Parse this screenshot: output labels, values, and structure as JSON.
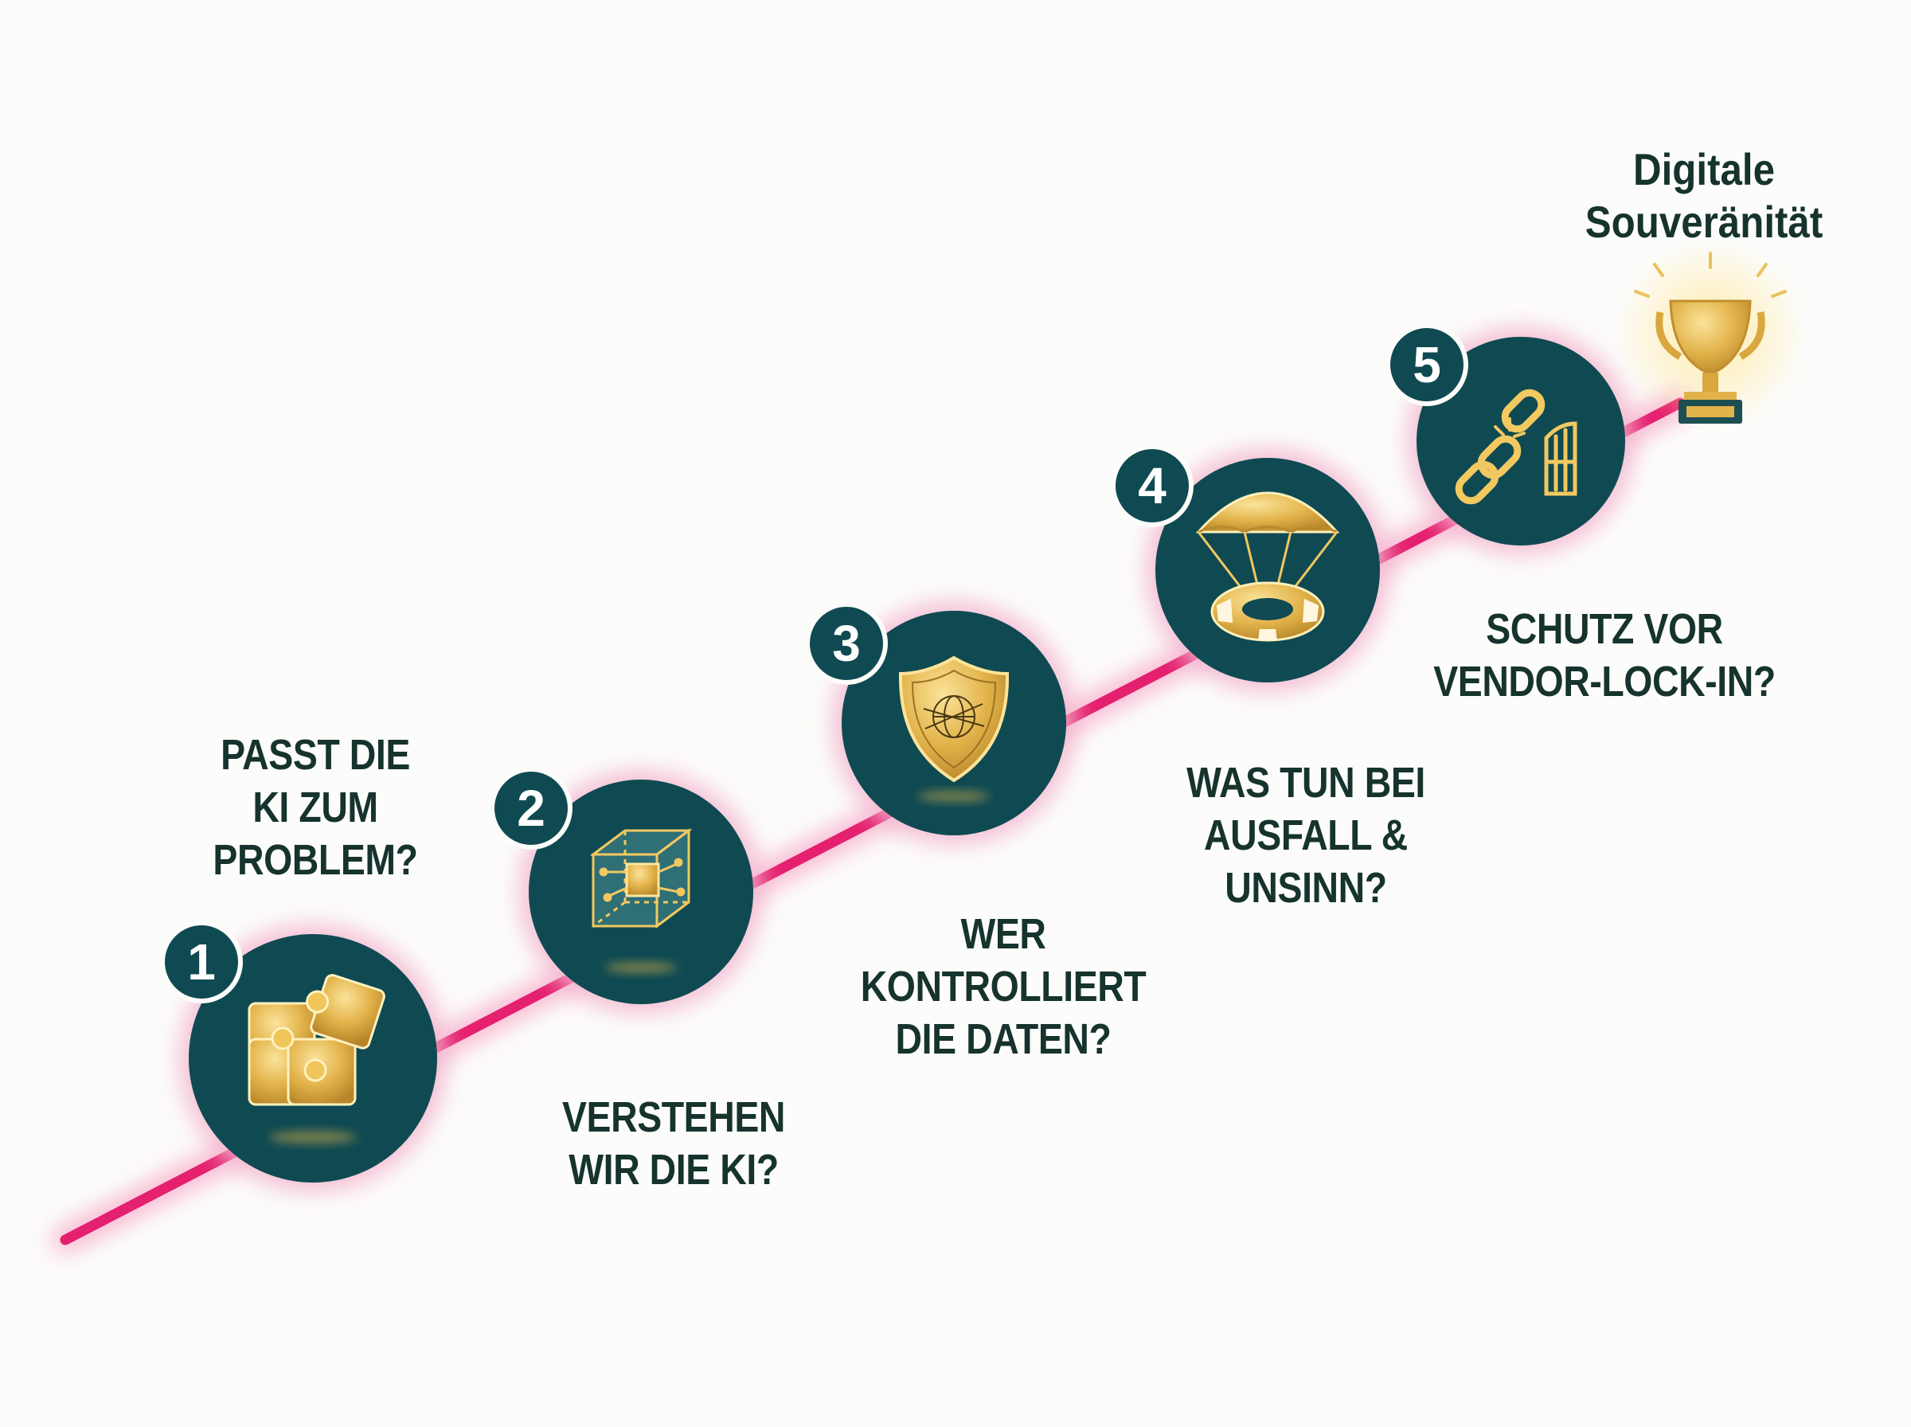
{
  "goal": {
    "lines": [
      "Digitale",
      "Souveränität"
    ],
    "icon": "trophy-icon"
  },
  "steps": [
    {
      "number": "1",
      "lines": [
        "PASST DIE",
        "KI ZUM",
        "PROBLEM?"
      ],
      "icon": "puzzle-icon"
    },
    {
      "number": "2",
      "lines": [
        "VERSTEHEN",
        "WIR DIE KI?"
      ],
      "icon": "transparent-cube-icon"
    },
    {
      "number": "3",
      "lines": [
        "WER",
        "KONTROLLIERT",
        "DIE DATEN?"
      ],
      "icon": "shield-network-icon"
    },
    {
      "number": "4",
      "lines": [
        "WAS TUN BEI",
        "AUSFALL &",
        "UNSINN?"
      ],
      "icon": "parachute-lifebuoy-icon"
    },
    {
      "number": "5",
      "lines": [
        "SCHUTZ VOR",
        "VENDOR-LOCK-IN?"
      ],
      "icon": "broken-chain-icon"
    }
  ],
  "colors": {
    "path": "#e5206f",
    "circle": "#0f4a52",
    "gold": "#e2b34a",
    "text": "#16332e",
    "background": "#fcfcfa"
  }
}
